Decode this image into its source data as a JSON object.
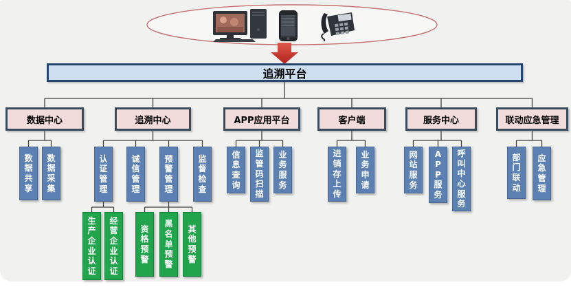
{
  "sources": {
    "device_icons": [
      "computer-icon",
      "smartphone-icon",
      "desk-phone-icon"
    ]
  },
  "platform": {
    "label": "追溯平台"
  },
  "branches": [
    {
      "label": "数据中心",
      "children": [
        {
          "label": "数据共享"
        },
        {
          "label": "数据采集"
        }
      ]
    },
    {
      "label": "追溯中心",
      "children": [
        {
          "label": "认证管理",
          "children": [
            {
              "label": "生产企业认证"
            },
            {
              "label": "经营企业认证"
            }
          ]
        },
        {
          "label": "诚信管理"
        },
        {
          "label": "预警管理",
          "children": [
            {
              "label": "资格预警"
            },
            {
              "label": "黑名单预警"
            },
            {
              "label": "其他预警"
            }
          ]
        },
        {
          "label": "监督检查"
        }
      ]
    },
    {
      "label": "APP应用平台",
      "children": [
        {
          "label": "信息查询"
        },
        {
          "label": "监管码扫描"
        },
        {
          "label": "业务服务"
        }
      ]
    },
    {
      "label": "客户端",
      "children": [
        {
          "label": "进销存上传"
        },
        {
          "label": "业务申请"
        }
      ]
    },
    {
      "label": "服务中心",
      "children": [
        {
          "label": "网站服务"
        },
        {
          "label": "APP服务"
        },
        {
          "label": "呼叫中心服务"
        }
      ]
    },
    {
      "label": "联动应急管理",
      "children": [
        {
          "label": "部门联动"
        },
        {
          "label": "应急管理"
        }
      ]
    }
  ],
  "colors": {
    "panel_bg": "#f1f1ef",
    "banner_fill": "#cfdff2",
    "banner_border": "#26456e",
    "branch_fill": "#f2dcdb",
    "branch_border": "#3b4b5e",
    "module_fill": "#5b80b1",
    "submodule_fill": "#21a44b",
    "connector": "#3d3d3d",
    "arrow": "#cd2a26",
    "ellipse_stroke": "#c4706f"
  }
}
